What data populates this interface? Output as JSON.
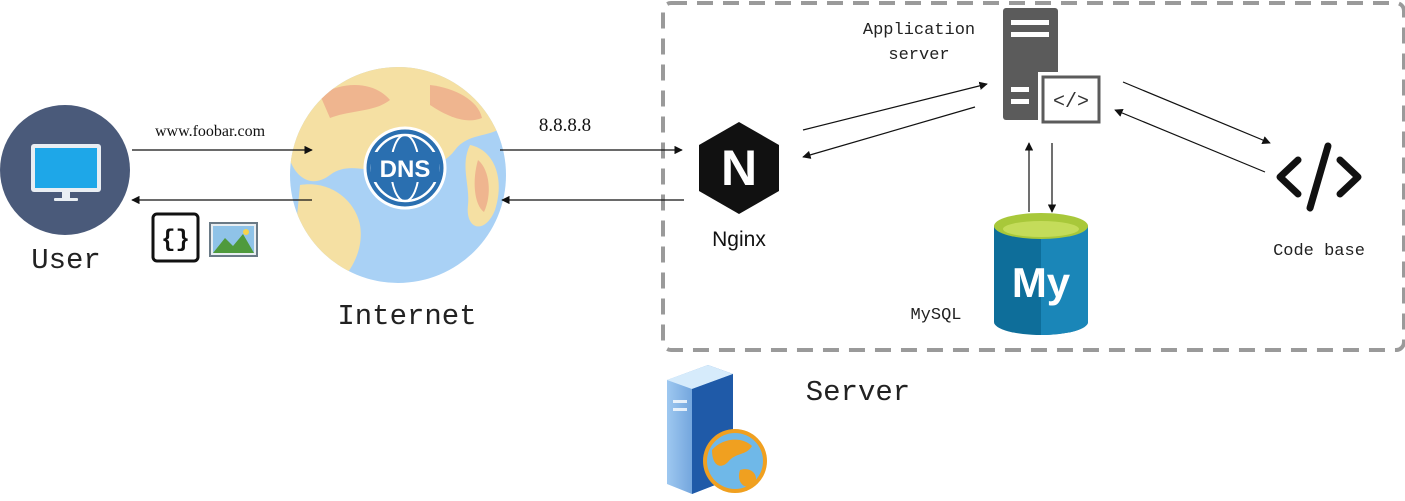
{
  "nodes": {
    "user": {
      "label": "User",
      "icon": "desktop-monitor-icon"
    },
    "internet": {
      "label": "Internet",
      "icon": "globe-icon",
      "badge": "DNS"
    },
    "nginx": {
      "label": "Nginx",
      "icon": "nginx-logo-icon",
      "logo_letter": "N"
    },
    "app_server": {
      "label_line1": "Application",
      "label_line2": "server",
      "icon": "server-code-icon",
      "code_glyph": "</>"
    },
    "mysql": {
      "label": "MySQL",
      "icon": "database-icon",
      "logo_text": "My"
    },
    "code_base": {
      "label": "Code base",
      "icon": "code-brackets-icon"
    },
    "server_group": {
      "label": "Server",
      "icon": "web-server-globe-icon"
    }
  },
  "edges": {
    "user_to_internet": {
      "label": "www.foobar.com"
    },
    "internet_to_nginx": {
      "label": "8.8.8.8"
    }
  },
  "response_icons": [
    "json-file-icon",
    "image-file-icon"
  ],
  "response_json_glyph": "{}",
  "colors": {
    "user_circle": "#4a5a7a",
    "monitor_screen": "#1ea7e8",
    "dns_badge": "#2a6fb0",
    "globe_ocean": "#a9d1f5",
    "globe_land": "#f5e0a3",
    "mysql_green": "#a8c83a",
    "mysql_blue": "#0e6e9a",
    "server_gray": "#5b5b5b",
    "dashed_border": "#9a9a9a"
  }
}
